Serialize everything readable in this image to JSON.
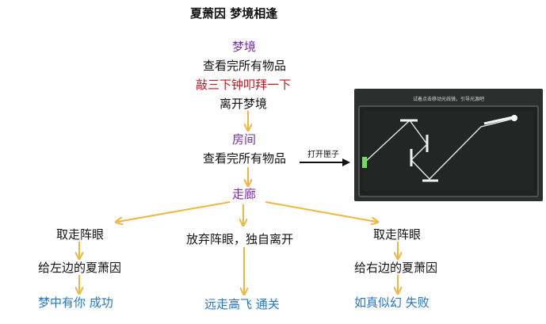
{
  "title": "夏萧因 梦境相逢",
  "nodes": {
    "dream": "梦境",
    "check_all_1": "查看完所有物品",
    "knock": "敲三下钟叩拜一下",
    "leave": "离开梦境",
    "room": "房间",
    "check_all_2": "查看完所有物品",
    "open_box": "打开匣子",
    "corridor": "走廊",
    "left_take": "取走阵眼",
    "left_give": "给左边的夏萧因",
    "left_end": "梦中有你 成功",
    "mid_option": "放弃阵眼，独自离开",
    "mid_end": "远走高飞 通关",
    "right_take": "取走阵眼",
    "right_give": "给右边的夏萧因",
    "right_end": "如真似幻 失败"
  },
  "screenshot": {
    "hint": "试着点击移动光线镜，引导光源吧"
  },
  "colors": {
    "arrow": "#f0b53c",
    "purple": "#7b2aa8",
    "red": "#c8161d",
    "blue": "#2277c9"
  }
}
